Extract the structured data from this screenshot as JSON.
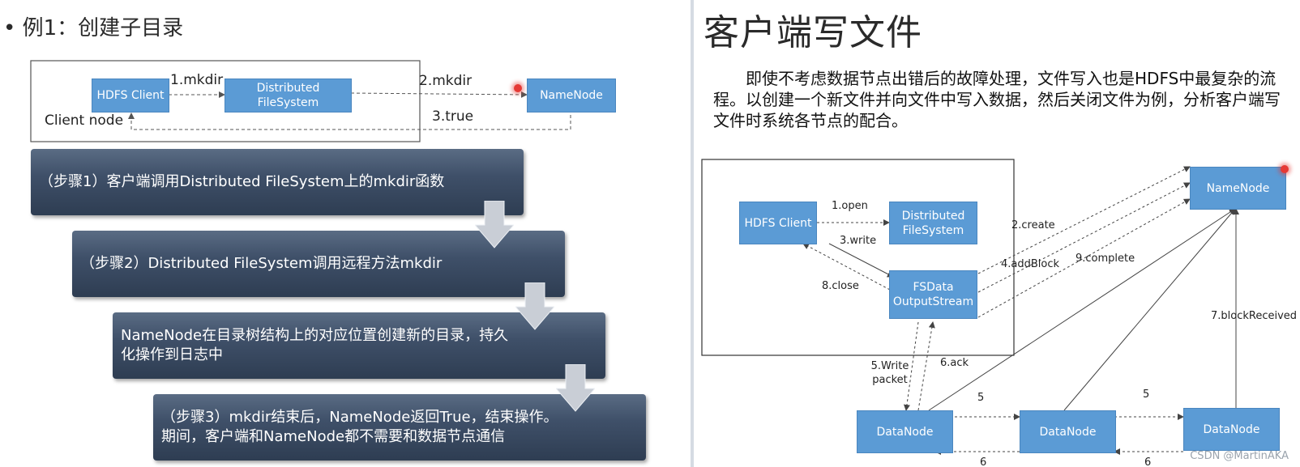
{
  "left": {
    "title": "• 例1：创建子目录",
    "diagram": {
      "client_node_label": "Client node",
      "hdfs_client": "HDFS Client",
      "distributed_fs": "Distributed FileSystem",
      "namenode": "NameNode",
      "edge_1": "1.mkdir",
      "edge_2": "2.mkdir",
      "edge_3": "3.true"
    },
    "steps": [
      "（步骤1）客户端调用Distributed FileSystem上的mkdir函数",
      "（步骤2）Distributed FileSystem调用远程方法mkdir",
      "NameNode在目录树结构上的对应位置创建新的目录，持久化操作到日志中",
      "（步骤3）mkdir结束后，NameNode返回True，结束操作。期间，客户端和NameNode都不需要和数据节点通信"
    ]
  },
  "right": {
    "title": "客户端写文件",
    "paragraph": "即使不考虑数据节点出错后的故障处理，文件写入也是HDFS中最复杂的流程。以创建一个新文件并向文件中写入数据，然后关闭文件为例，分析客户端写文件时系统各节点的配合。",
    "diagram": {
      "hdfs_client": "HDFS Client",
      "distributed_fs": "Distributed FileSystem",
      "fsdata_stream": "FSData OutputStream",
      "namenode": "NameNode",
      "datanode_1": "DataNode",
      "datanode_2": "DataNode",
      "datanode_3": "DataNode",
      "edge_open": "1.open",
      "edge_create": "2.create",
      "edge_write": "3.write",
      "edge_addblock": "4.addBlock",
      "edge_write_packet": "5.Write packet",
      "edge_ack": "6.ack",
      "edge_blockreceived": "7.blockReceived",
      "edge_close": "8.close",
      "edge_complete": "9.complete",
      "edge_5a": "5",
      "edge_5b": "5",
      "edge_6a": "6",
      "edge_6b": "6"
    }
  },
  "watermark": "CSDN @MartinAKA",
  "colors": {
    "node_fill": "#5b9bd5",
    "step_fill": "#3f5069",
    "highlight": "#e53935"
  }
}
